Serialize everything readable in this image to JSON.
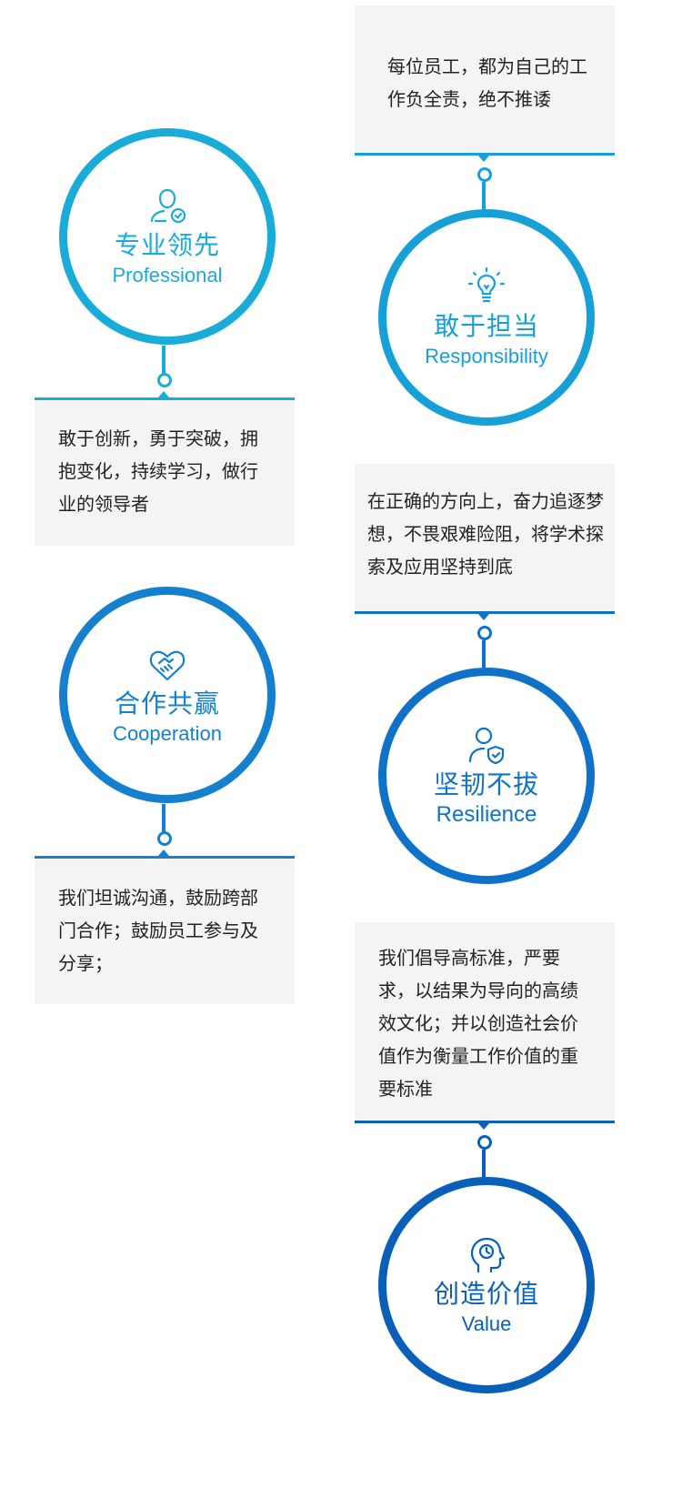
{
  "values": [
    {
      "id": "professional",
      "title_zh": "专业领先",
      "title_en": "Professional",
      "icon": "person-check-icon",
      "color": "#1AACD8",
      "description": "敢于创新，勇于突破，拥抱变化，持续学习，做行业的领导者"
    },
    {
      "id": "responsibility",
      "title_zh": "敢于担当",
      "title_en": "Responsibility",
      "icon": "lightbulb-icon",
      "color": "#17A0D7",
      "description": "每位员工，都为自己的工作负全责，绝不推诿"
    },
    {
      "id": "cooperation",
      "title_zh": "合作共赢",
      "title_en": "Cooperation",
      "icon": "handshake-heart-icon",
      "color": "#1480CE",
      "description": "我们坦诚沟通，鼓励跨部门合作；鼓励员工参与及分享；"
    },
    {
      "id": "resilience",
      "title_zh": "坚韧不拔",
      "title_en": "Resilience",
      "icon": "person-shield-icon",
      "color": "#0F72C8",
      "description": "在正确的方向上，奋力追逐梦想，不畏艰难险阻，将学术探索及应用坚持到底"
    },
    {
      "id": "value",
      "title_zh": "创造价值",
      "title_en": "Value",
      "icon": "head-clock-icon",
      "color": "#0A5FB8",
      "description": "我们倡导高标准，严要求，以结果为导向的高绩效文化；并以创造社会价值作为衡量工作价值的重要标准"
    }
  ]
}
